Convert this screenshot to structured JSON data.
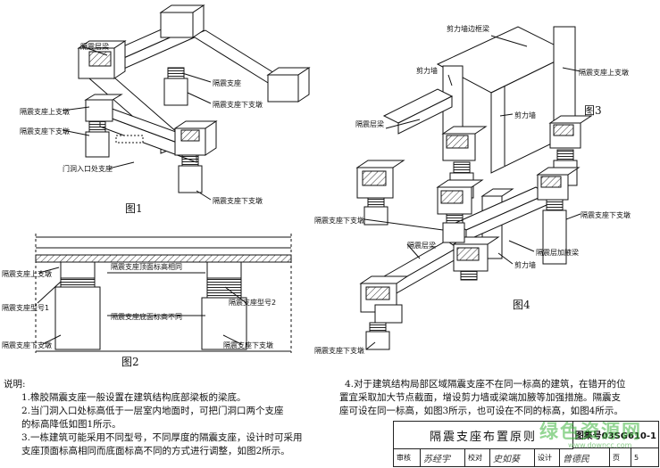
{
  "fig1": {
    "caption": "图1",
    "labels": {
      "beam": "隔震层梁",
      "bearing": "隔震支座",
      "lower_pier": "隔震支座下支墩",
      "upper_pier": "隔震支座上支墩",
      "lower_pier_2": "隔震支座下支墩",
      "door": "门洞入口处支座",
      "lower_pier_3": "隔震支座下支墩"
    }
  },
  "fig2": {
    "caption": "图2",
    "labels": {
      "upper_pier": "隔震支座上支墩",
      "top_same": "隔震支座顶面标高相同",
      "model": "隔震支座型号1",
      "model2": "隔震支座型号2",
      "bottom_diff": "隔震支座底面标高不同",
      "lower_pier_l": "隔震支座下支墩",
      "lower_pier_r": "隔震支座下支墩"
    }
  },
  "fig3": {
    "caption": "图3",
    "labels": {
      "frame": "剪力墙边框梁",
      "shear_wall": "剪力墙",
      "upper_pier": "隔震支座上支墩",
      "beam": "隔震层梁",
      "shear_wall_2": "剪力墙"
    }
  },
  "fig4": {
    "caption": "图4",
    "labels": {
      "lower_pier": "隔震支座下支墩",
      "lower_pier_r": "隔震支座下支墩",
      "beam": "隔震层梁",
      "haunch": "隔震层加腋梁",
      "shear_wall": "剪力墙",
      "lower_pier_b": "隔震支座下支墩"
    }
  },
  "notes": {
    "heading": "说明:",
    "n1": "1.橡胶隔震支座一般设置在建筑结构底部梁板的梁底。",
    "n2a": "2.当门洞入口处标高低于一层室内地面时，可把门洞口两个支座",
    "n2b": "的标高降低如图1所示。",
    "n3a": "3.一栋建筑可能采用不同型号，不同厚度的隔震支座，设计时可采用",
    "n3b": "支座顶面标高相同而底面标高不同的方式进行调整，如图2所示。",
    "n4a": "4.对于建筑结构局部区域隔震支座不在同一标高的建筑，在错开的位",
    "n4b": "置宜采取加大节点截面，增设剪力墙或梁端加腋等加强措施。隔震支",
    "n4c": "座可设在同一标高，如图3所示，也可设在不同的标高，如图4所示。"
  },
  "titleblock": {
    "title": "隔震支座布置原则",
    "atlas": "图集号03SG610-1",
    "review": "审核",
    "review_sig": "苏经宇",
    "check": "校对",
    "check_sig": "史如葵",
    "design": "设计",
    "design_sig": "曾德民",
    "page_label": "页",
    "page_no": "5"
  },
  "watermark": {
    "main": "绿色资源网",
    "sub": "www.downcc.com"
  }
}
